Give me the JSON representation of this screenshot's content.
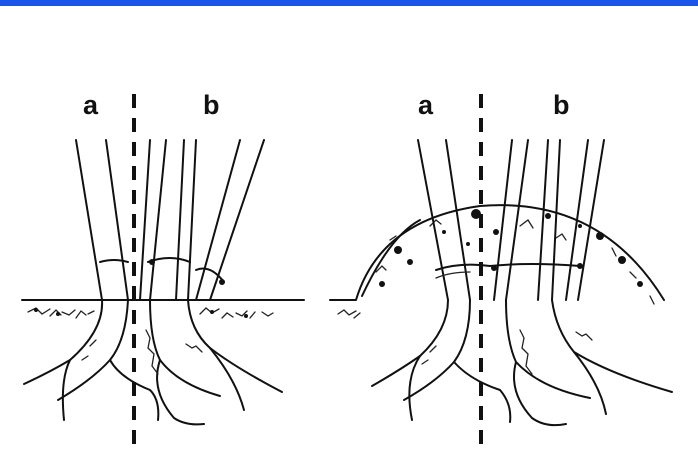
{
  "header": {
    "bar_color": "#1a56e8"
  },
  "panels": [
    {
      "left_label": "a",
      "right_label": "b"
    },
    {
      "left_label": "a",
      "right_label": "b"
    }
  ]
}
